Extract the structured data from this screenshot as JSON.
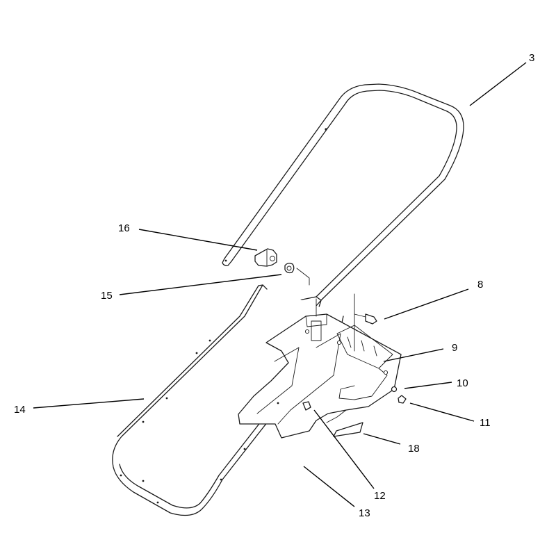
{
  "callouts": {
    "c3": "3",
    "c8": "8",
    "c9": "9",
    "c10": "10",
    "c11": "11",
    "c12": "12",
    "c13": "13",
    "c14": "14",
    "c15": "15",
    "c16": "16",
    "c18": "18"
  },
  "colors": {
    "line": "#1a1a1a",
    "background": "#ffffff"
  }
}
